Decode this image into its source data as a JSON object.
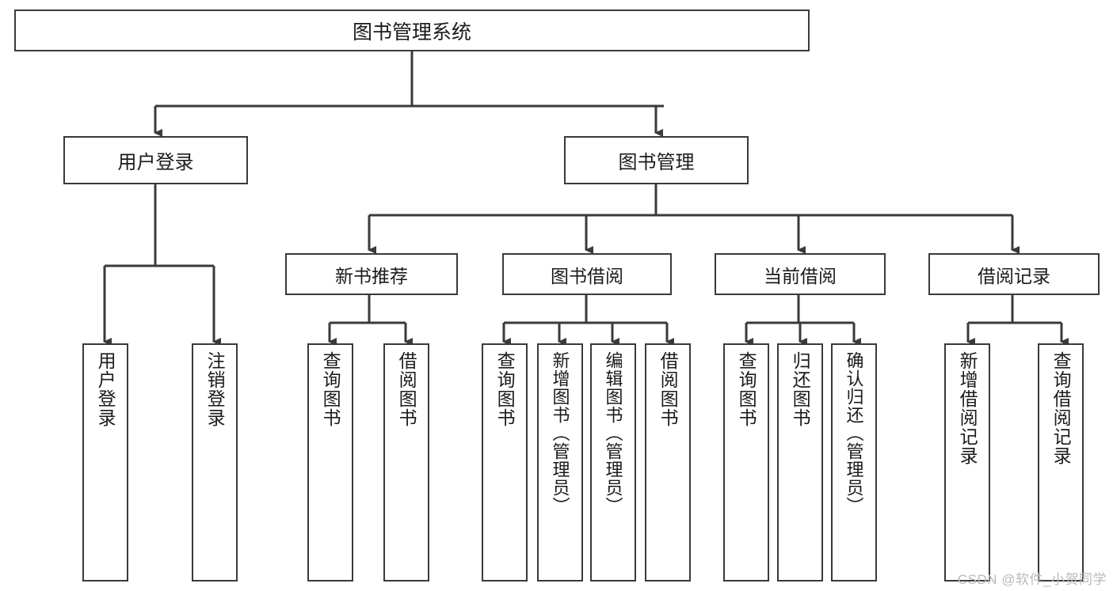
{
  "diagram": {
    "title": "图书管理系统",
    "type": "tree-hierarchy-diagram",
    "colors": {
      "box_border": "#3a3a3a",
      "box_fill": "#ffffff",
      "edge": "#3a3a3a",
      "text": "#1b1b1b",
      "watermark": "#b9b9b9"
    },
    "root": {
      "label": "图书管理系统"
    },
    "level2": [
      {
        "label": "用户登录"
      },
      {
        "label": "图书管理"
      }
    ],
    "level3": [
      {
        "label": "新书推荐"
      },
      {
        "label": "图书借阅"
      },
      {
        "label": "当前借阅"
      },
      {
        "label": "借阅记录"
      }
    ],
    "leaves": {
      "user_login": [
        {
          "label": "用户登录"
        },
        {
          "label": "注销登录"
        }
      ],
      "new_book_recommend": [
        {
          "label": "查询图书"
        },
        {
          "label": "借阅图书"
        }
      ],
      "book_borrow": [
        {
          "label": "查询图书"
        },
        {
          "label": "新增图书（管理员）"
        },
        {
          "label": "编辑图书（管理员）"
        },
        {
          "label": "借阅图书"
        }
      ],
      "current_borrow": [
        {
          "label": "查询图书"
        },
        {
          "label": "归还图书"
        },
        {
          "label": "确认归还（管理员）"
        }
      ],
      "borrow_record": [
        {
          "label": "新增借阅记录"
        },
        {
          "label": "查询借阅记录"
        }
      ]
    }
  },
  "watermark": {
    "text": "CSDN @软件_小贺同学"
  }
}
